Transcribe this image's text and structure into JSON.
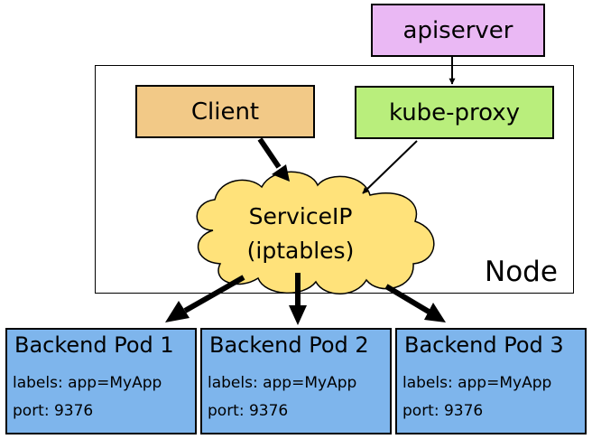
{
  "title": "",
  "colors": {
    "apiserver_fill": "#eab8f4",
    "client_fill": "#f2c987",
    "kube_proxy_fill": "#b9ee7c",
    "cloud_fill": "#ffe27a",
    "pod_fill": "#7eb5ec",
    "line": "#000000"
  },
  "nodes": {
    "apiserver": {
      "label": "apiserver",
      "shape": "rectangle"
    },
    "client": {
      "label": "Client",
      "shape": "rectangle"
    },
    "kube_proxy": {
      "label": "kube-proxy",
      "shape": "rectangle"
    },
    "service_ip": {
      "label_line1": "ServiceIP",
      "label_line2": "(iptables)",
      "shape": "cloud"
    },
    "node_group": {
      "label": "Node",
      "shape": "container"
    }
  },
  "pods": [
    {
      "title": "Backend Pod 1",
      "labels": "labels: app=MyApp",
      "port": "port: 9376"
    },
    {
      "title": "Backend Pod 2",
      "labels": "labels: app=MyApp",
      "port": "port: 9376"
    },
    {
      "title": "Backend Pod 3",
      "labels": "labels: app=MyApp",
      "port": "port: 9376"
    }
  ],
  "edges": [
    {
      "from": "apiserver",
      "to": "kube_proxy",
      "style": "thin-arrow"
    },
    {
      "from": "client",
      "to": "service_ip",
      "style": "thick-arrow"
    },
    {
      "from": "kube_proxy",
      "to": "service_ip",
      "style": "thin-arrow"
    },
    {
      "from": "service_ip",
      "to": "pods.0",
      "style": "thick-arrow"
    },
    {
      "from": "service_ip",
      "to": "pods.1",
      "style": "thick-arrow"
    },
    {
      "from": "service_ip",
      "to": "pods.2",
      "style": "thick-arrow"
    }
  ]
}
